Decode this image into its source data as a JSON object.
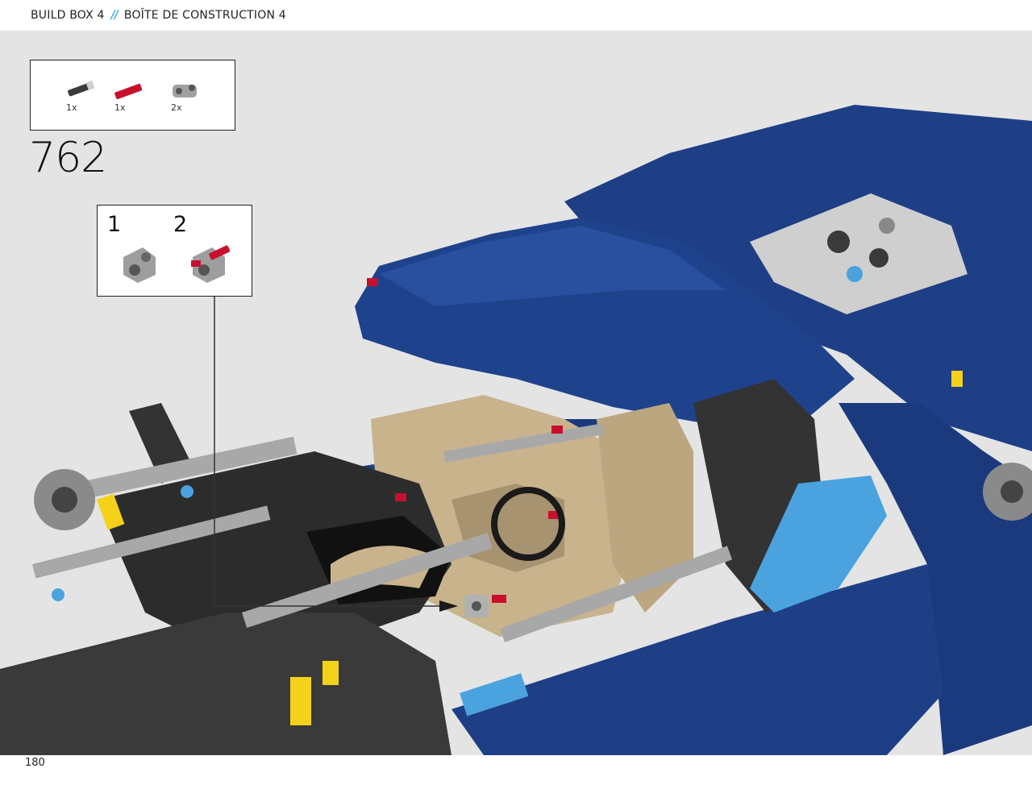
{
  "header": {
    "title_en": "BUILD BOX 4",
    "separator": "//",
    "title_fr": "BOÎTE DE CONSTRUCTION 4"
  },
  "parts_list": [
    {
      "icon": "axle-connector-part-icon",
      "color": "#3a3a3a",
      "quantity": "1x"
    },
    {
      "icon": "red-axle-pin-part-icon",
      "color": "#c8102e",
      "quantity": "1x"
    },
    {
      "icon": "gray-pin-connector-part-icon",
      "color": "#a0a0a0",
      "quantity": "2x"
    }
  ],
  "step": {
    "number": "762"
  },
  "sub_steps": [
    {
      "number": "1",
      "icon": "gray-connector-part-icon"
    },
    {
      "number": "2",
      "icon": "connector-with-red-pin-part-icon"
    }
  ],
  "footer": {
    "page_number": "180"
  },
  "colors": {
    "background": "#e4e4e4",
    "body_blue": "#1e3f86",
    "tan": "#c9b38d",
    "black_beam": "#2c2c2c",
    "light_gray": "#a8a8a8",
    "azure": "#4aa3df",
    "yellow": "#f4d21a",
    "red": "#c8102e",
    "accent": "#3fa9e0"
  }
}
